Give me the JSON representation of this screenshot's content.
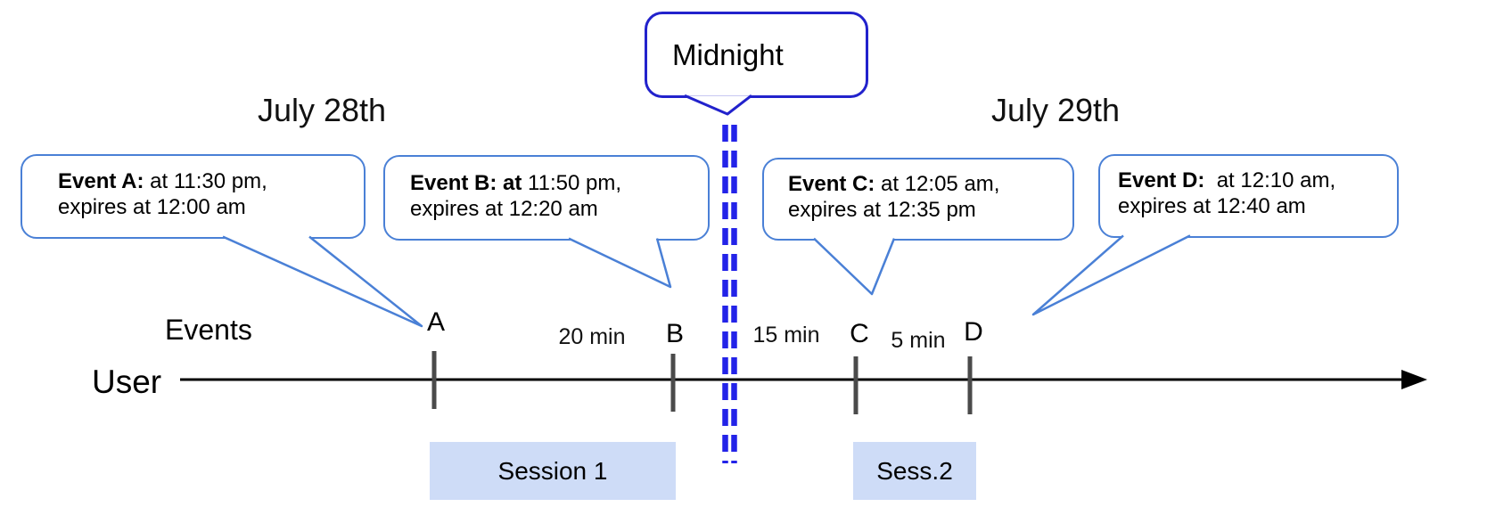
{
  "titles": {
    "left_day": "July 28th",
    "right_day": "July 29th"
  },
  "midnight": {
    "label": "Midnight"
  },
  "axis": {
    "events_label": "Events",
    "user_label": "User"
  },
  "bubbles": [
    {
      "id": "A",
      "bold": "Event A:",
      "rest": " at 11:30 pm,",
      "line2": "expires at 12:00 am"
    },
    {
      "id": "B",
      "bold": "Event B: at",
      "rest": " 11:50 pm,",
      "line2": "expires at 12:20 am"
    },
    {
      "id": "C",
      "bold": "Event C:",
      "rest": " at 12:05 am,",
      "line2": "expires at 12:35 pm"
    },
    {
      "id": "D",
      "bold": "Event D:",
      "rest": "  at 12:10 am,",
      "line2": "expires at 12:40 am"
    }
  ],
  "timeline": {
    "ticks": [
      {
        "label": "A"
      },
      {
        "label": "B"
      },
      {
        "label": "C"
      },
      {
        "label": "D"
      }
    ],
    "intervals": [
      {
        "label": "20 min"
      },
      {
        "label": "15 min"
      },
      {
        "label": "5 min"
      }
    ]
  },
  "sessions": [
    {
      "label": "Session 1"
    },
    {
      "label": "Sess.2"
    }
  ],
  "palette": {
    "callout_border_blue": "#4a80d6",
    "midnight_blue": "#2222cc",
    "dash_blue": "#2323e8",
    "session_fill": "#cedcf7",
    "tick_gray": "#4a4a4a",
    "axis_black": "#000000"
  }
}
